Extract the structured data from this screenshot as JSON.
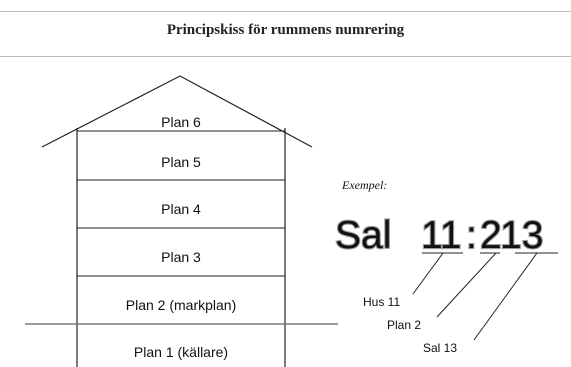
{
  "title": "Principskiss för rummens numrering",
  "building": {
    "floors": [
      "Plan 6",
      "Plan 5",
      "Plan 4",
      "Plan 3",
      "Plan 2 (markplan)",
      "Plan 1 (källare)"
    ]
  },
  "example": {
    "heading": "Exempel:",
    "room_prefix": "Sal",
    "building_number": "11",
    "separator": ":",
    "floor_digit": "2",
    "room_number": "13",
    "labels": {
      "building": "Hus 11",
      "floor": "Plan 2",
      "room": "Sal 13"
    }
  },
  "colors": {
    "outline_text": "#9a9a9a",
    "lines": "#222222",
    "ground": "#7a7a7a",
    "rules": "#bdbdbd"
  }
}
